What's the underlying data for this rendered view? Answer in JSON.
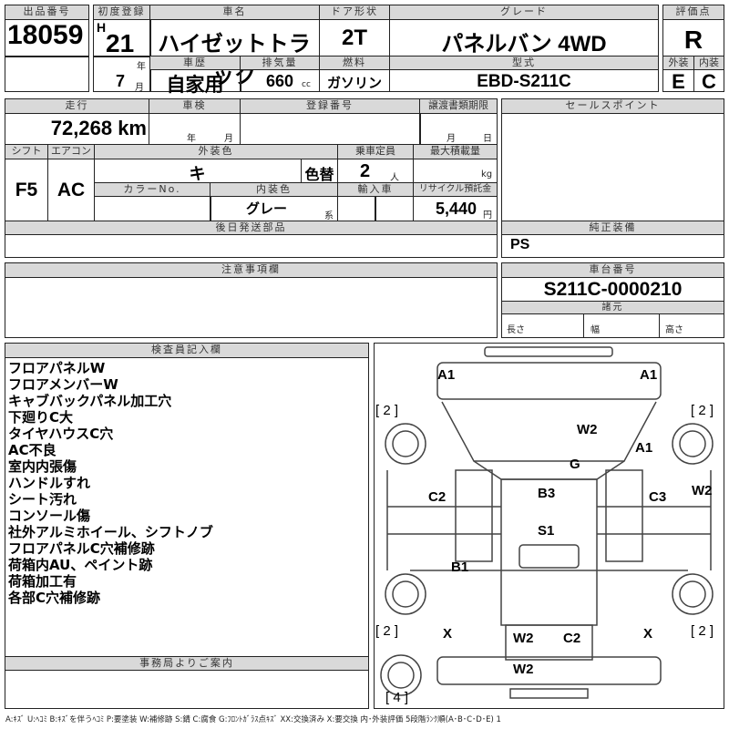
{
  "header": {
    "lot_label": "出品番号",
    "lot": "18059",
    "first_reg_label": "初度登録",
    "era": "H",
    "year": "21",
    "year_unit": "年",
    "month": "7",
    "month_unit": "月",
    "name_label": "車名",
    "name": "ハイゼットトラック",
    "door_label": "ドア形状",
    "door": "2T",
    "grade_label": "グレード",
    "grade": "パネルバン 4WD",
    "score_label": "評価点",
    "score": "R",
    "history_label": "車歴",
    "history": "自家用",
    "disp_label": "排気量",
    "disp": "660",
    "disp_unit": "cc",
    "fuel_label": "燃料",
    "fuel": "ガソリン",
    "model_label": "型式",
    "model": "EBD-S211C",
    "ext_label": "外装",
    "ext": "E",
    "int_label": "内装",
    "int": "C"
  },
  "info": {
    "mileage_label": "走行",
    "mileage": "72,268 km",
    "inspection_label": "車検",
    "year_unit": "年",
    "month_unit": "月",
    "reg_label": "登録番号",
    "transfer_label": "譲渡書類期限",
    "t_month": "月",
    "t_day": "日",
    "shift_label": "シフト",
    "shift": "F5",
    "ac_label": "エアコン",
    "ac": "AC",
    "color_label": "外装色",
    "color": "キ",
    "color_change": "色替",
    "capacity_label": "乗車定員",
    "capacity": "2",
    "capacity_unit": "人",
    "load_label": "最大積載量",
    "load_unit": "kg",
    "color_no_label": "カラーNo.",
    "int_color_label": "内装色",
    "int_color": "グレー",
    "int_color_unit": "系",
    "import_label": "輸入車",
    "recycle_label": "リサイクル預託金",
    "recycle": "5,440",
    "recycle_unit": "円",
    "later_label": "後日発送部品"
  },
  "sales_label": "セールスポイント",
  "equip_label": "純正装備",
  "equip": "PS",
  "notes_label": "注意事項欄",
  "chassis_label": "車台番号",
  "chassis": "S211C-0000210",
  "spec_label": "諸元",
  "length": "長さ",
  "width": "幅",
  "height": "高さ",
  "inspector_label": "検査員記入欄",
  "inspector_notes": [
    "フロアパネルW",
    "フロアメンバーW",
    "キャブバックパネル加工穴",
    "下廻りC大",
    "タイヤハウスC穴",
    "AC不良",
    "室内内張傷",
    "ハンドルすれ",
    "シート汚れ",
    "コンソール傷",
    "社外アルミホイール、シフトノブ",
    "フロアパネルC穴補修跡",
    "荷箱内AU、ペイント跡",
    "荷箱加工有",
    "各部C穴補修跡"
  ],
  "office_label": "事務局よりご案内",
  "diagram": [
    "A1",
    "A1",
    "[ 2 ]",
    "[ 2 ]",
    "W2",
    "A1",
    "G",
    "C2",
    "B3",
    "C3",
    "W2",
    "S1",
    "B1",
    "[ 2 ]",
    "[ 2 ]",
    "X",
    "X",
    "W2",
    "C2",
    "W2",
    "[ 4 ]"
  ],
  "legend": "A:ｷｽﾞ U:ﾍｺﾐ B:ｷｽﾞを伴うﾍｺﾐ P:要塗装 W:補修跡 S:錆 C:腐食 G:ﾌﾛﾝﾄｶﾞﾗｽ点ｷｽﾞ XX:交換済み X:要交換 内･外装評価 5段階ﾗﾝｸ順(A･B･C･D･E) 1"
}
